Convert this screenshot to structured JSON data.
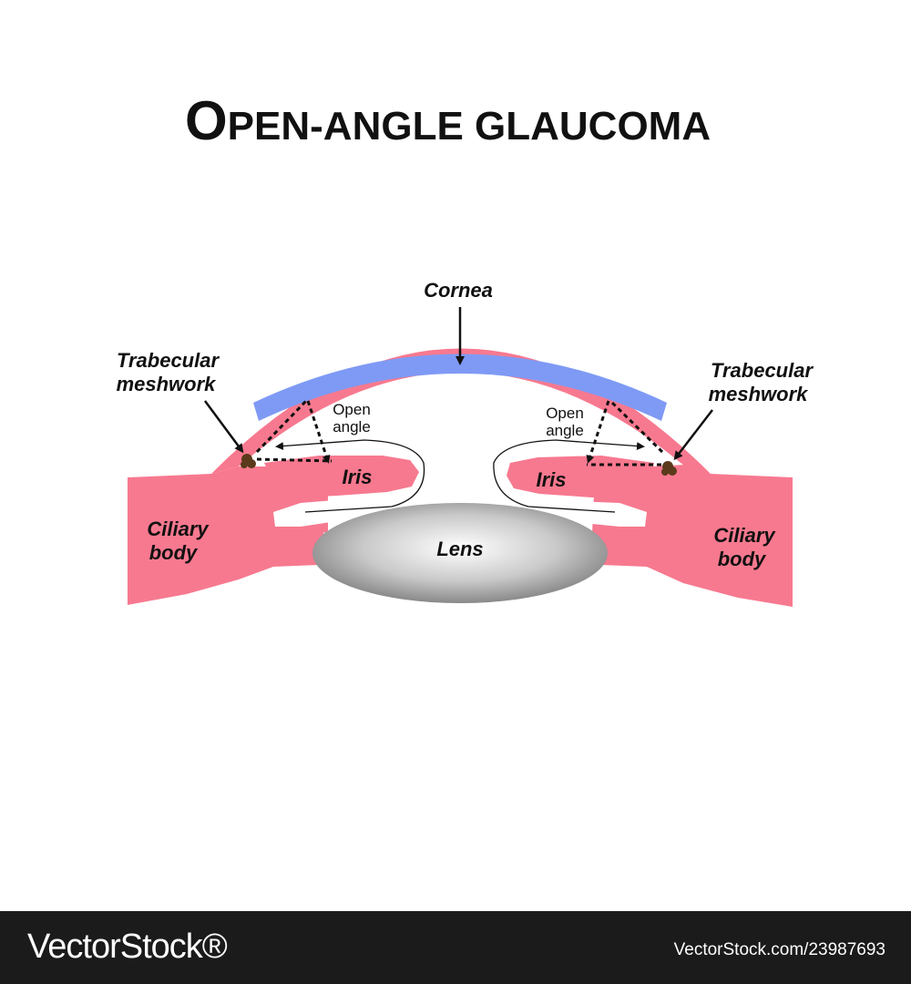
{
  "title": {
    "first_letter": "O",
    "rest": "PEN-ANGLE GLAUCOMA"
  },
  "labels": {
    "cornea": "Cornea",
    "trabecular_left_1": "Trabecular",
    "trabecular_left_2": "meshwork",
    "trabecular_right_1": "Trabecular",
    "trabecular_right_2": "meshwork",
    "open_angle_left_1": "Open",
    "open_angle_left_2": "angle",
    "open_angle_right_1": "Open",
    "open_angle_right_2": "angle",
    "iris_left": "Iris",
    "iris_right": "Iris",
    "ciliary_left_1": "Ciliary",
    "ciliary_left_2": "body",
    "ciliary_right_1": "Ciliary",
    "ciliary_right_2": "body",
    "lens": "Lens"
  },
  "colors": {
    "tissue_pink": "#f7798f",
    "cornea_blue": "#7f9af5",
    "meshwork_brown": "#5a3a1a",
    "footer_bg": "#1b1b1b"
  },
  "watermark": {
    "brand": "VectorStock®",
    "id": "VectorStock.com/23987693"
  }
}
